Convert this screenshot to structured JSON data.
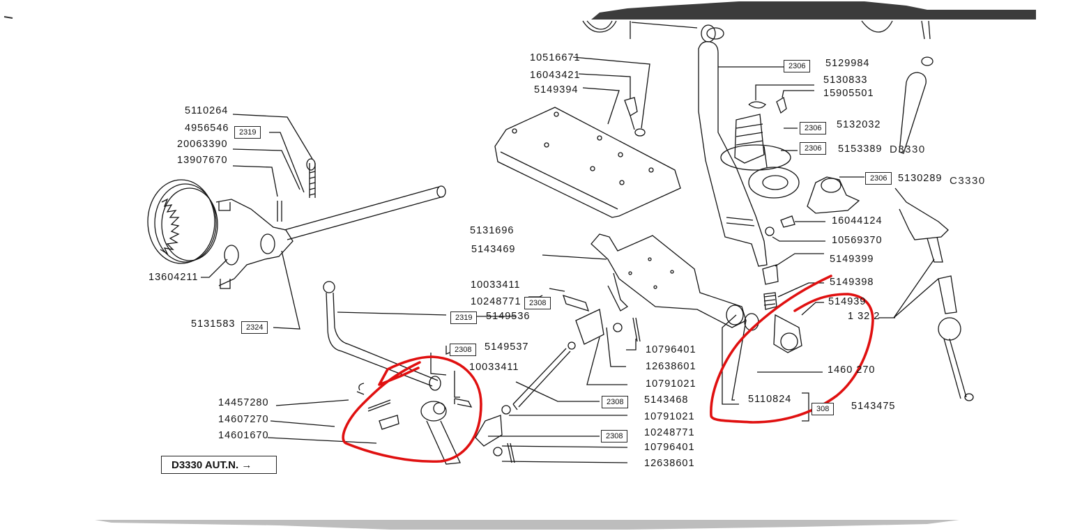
{
  "diagram": {
    "title": "Gear shift linkage exploded parts view",
    "legend_note": "D3330 AUT.N. →",
    "colors": {
      "line": "#111111",
      "highlight": "#e01010",
      "banner": "#3c3c3c",
      "footer_shadow": "#bdbdbd"
    },
    "parts": {
      "p5110264": "5110264",
      "p4956546": "4956546",
      "p20063390": "20063390",
      "p13907670": "13907670",
      "p13604211": "13604211",
      "p5131583": "5131583",
      "p5131696": "5131696",
      "p5143469": "5143469",
      "p10516671": "10516671",
      "p16043421": "16043421",
      "p5149394": "5149394",
      "p5129984": "5129984",
      "p5130833": "5130833",
      "p15905501": "15905501",
      "p5132032": "5132032",
      "p5153389": "5153389",
      "p5130289": "5130289",
      "p16044124": "16044124",
      "p10569370": "10569370",
      "p5149399": "5149399",
      "p5149398": "5149398",
      "p514939x": "514939",
      "p1322": "1 32 2",
      "p14601270": "1460 270",
      "p5110824": "5110824",
      "p5143475": "5143475",
      "p10033411a": "10033411",
      "p10248771a": "10248771",
      "p5149536": "5149536",
      "p5149537": "5149537",
      "p10033411b": "10033411",
      "p10796401a": "10796401",
      "p12638601a": "12638601",
      "p10791021a": "10791021",
      "p5143468": "5143468",
      "p10791021b": "10791021",
      "p10248771b": "10248771",
      "p10796401b": "10796401",
      "p12638601b": "12638601",
      "p14457280": "14457280",
      "p14607270": "14607270",
      "p14601670": "14601670"
    },
    "refs": {
      "r2319a": "2319",
      "r2324": "2324",
      "r2306a": "2306",
      "r2306b": "2306",
      "r2306c": "2306",
      "r2306d": "2306",
      "r2308a": "2308",
      "r2319b": "2319",
      "r2308b": "2308",
      "r2308c": "2308",
      "r2308d": "2308",
      "r2308e": "308"
    },
    "models": {
      "d": "D3330",
      "c": "C3330"
    }
  }
}
